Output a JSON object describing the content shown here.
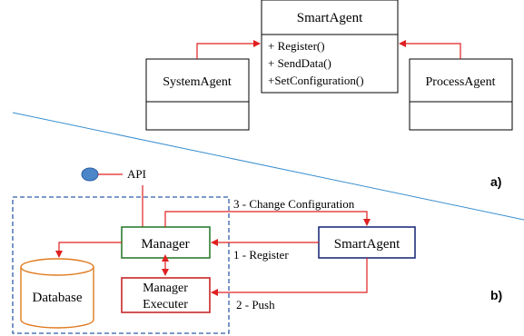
{
  "class_diagram": {
    "parent": {
      "name": "SmartAgent",
      "methods": [
        "+ Register()",
        "+ SendData()",
        "+SetConfiguration()"
      ]
    },
    "left_child": {
      "name": "SystemAgent"
    },
    "right_child": {
      "name": "ProcessAgent"
    }
  },
  "panel_labels": {
    "a": "a)",
    "b": "b)"
  },
  "architecture": {
    "api_label": "API",
    "manager_label": "Manager",
    "database_label": "Database",
    "executer_line1": "Manager",
    "executer_line2": "Executer",
    "smartagent_label": "SmartAgent",
    "arrow_change_config": "3 - Change Configuration",
    "arrow_register": "1 - Register",
    "arrow_push": "2 - Push"
  },
  "colors": {
    "arrow_red": "#e02020",
    "manager_border": "#2e7d32",
    "executer_border": "#c62828",
    "smartagent_border": "#1f2f7a",
    "boundary_blue": "#2f5fa8",
    "database_stroke": "#e07a1f",
    "api_node_fill": "#4a86c8",
    "separator_line": "#3a8fd0"
  }
}
